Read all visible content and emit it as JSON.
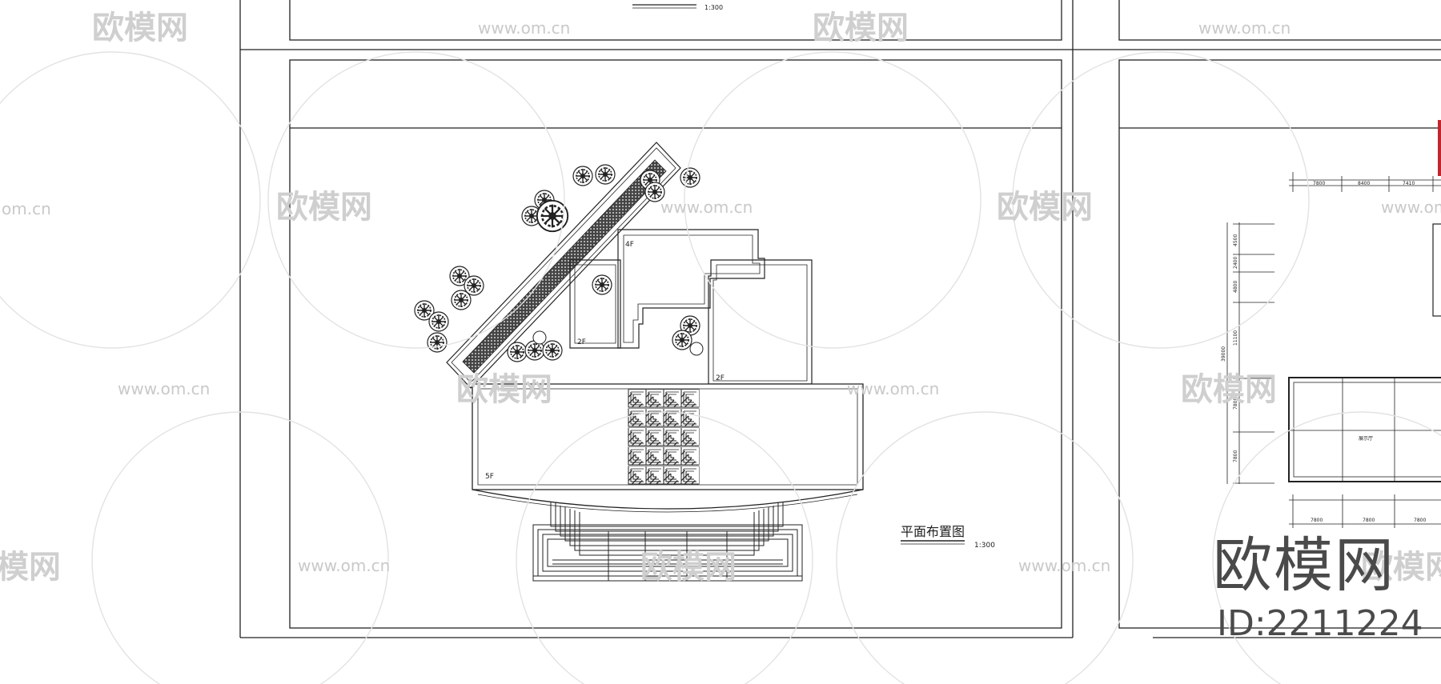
{
  "top_left_scale": "1:300",
  "main_drawing": {
    "title": "平面布置图",
    "scale": "1:300",
    "floor_labels": [
      "4F",
      "2F",
      "2F",
      "5F"
    ]
  },
  "right_sheet": {
    "top_dims": [
      "7800",
      "8400",
      "7410"
    ],
    "side_dims": [
      "4500",
      "2400",
      "4800",
      "11100",
      "7800",
      "7800"
    ],
    "total_dim": "39000",
    "bottom_dims": [
      "7800",
      "7800",
      "7800"
    ],
    "room_label": "展示厅"
  },
  "watermarks": {
    "url": "www.om.cn",
    "url_partial": "om.cn",
    "logo": "欧模网",
    "logo_partial": "模网"
  },
  "brand": {
    "name": "欧模网",
    "id": "ID:2211224"
  },
  "colors": {
    "line": "#222222",
    "watermark": "#c9c9c9",
    "brand": "#4a4a4a",
    "accent": "#c0262d"
  }
}
